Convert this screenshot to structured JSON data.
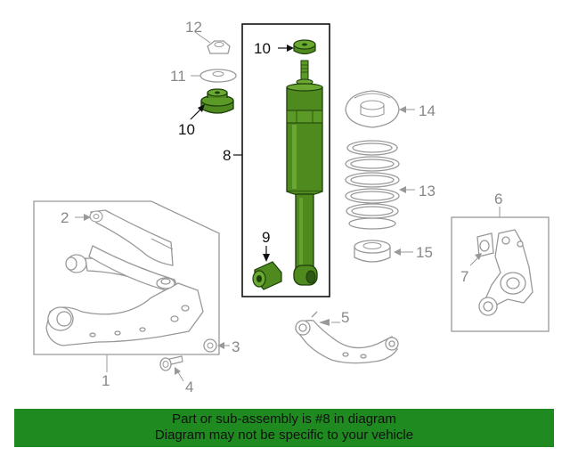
{
  "callouts": {
    "c1": "1",
    "c2": "2",
    "c3": "3",
    "c4": "4",
    "c5": "5",
    "c6": "6",
    "c7": "7",
    "c8": "8",
    "c9": "9",
    "c10a": "10",
    "c10b": "10",
    "c11": "11",
    "c12": "12",
    "c13": "13",
    "c14": "14",
    "c15": "15"
  },
  "banner": {
    "line1": "Part or sub-assembly is #8 in diagram",
    "line2": "Diagram may not be specific to your vehicle"
  },
  "colors": {
    "highlight_green": "#4f8a1e",
    "banner_green": "#1f8a1f",
    "line_gray": "#999999"
  }
}
